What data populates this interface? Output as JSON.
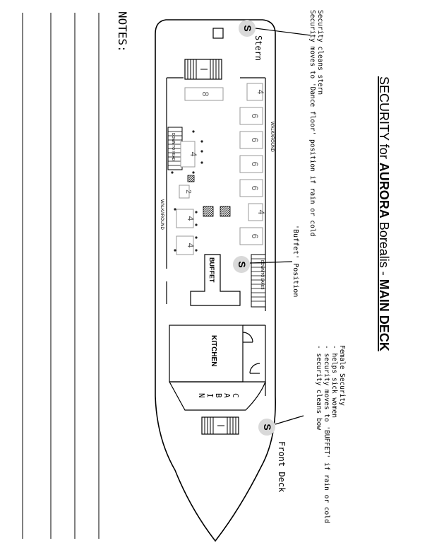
{
  "title": {
    "prefix": "SECURITY for ",
    "bold": "AURORA",
    "mid": " Borealis - ",
    "deck": "MAIN DECK"
  },
  "notes_label": "NOTES:",
  "notes": {
    "stern": [
      "Security cleans stern",
      "Security moves to 'Dance floor' position if rain or cold"
    ],
    "buffet": "'Buffet' Position",
    "front": [
      "Female Security",
      "- helps sick women",
      "- security moves to 'BUFFET' if rain or cold",
      "- security cleans bow"
    ]
  },
  "labels": {
    "stern": "Stern",
    "front_deck": "Front Deck",
    "buffet": "BUFFET",
    "kitchen": "KITCHEN",
    "cabin": [
      "C",
      "A",
      "B",
      "I",
      "N"
    ],
    "walkaround": "WALKAROUND",
    "down_to_head": "DOWN TO HEAD",
    "down_to_lakes": "DOWN TO LAKES"
  },
  "security_marker": "S",
  "tables": {
    "big": "8",
    "t1": "4",
    "t2": "6",
    "t3": "6",
    "t4": "6",
    "t5": "6",
    "t6": "4",
    "t7": "6",
    "t8": "4",
    "t9": "2",
    "t10": "4",
    "t11": "4"
  }
}
